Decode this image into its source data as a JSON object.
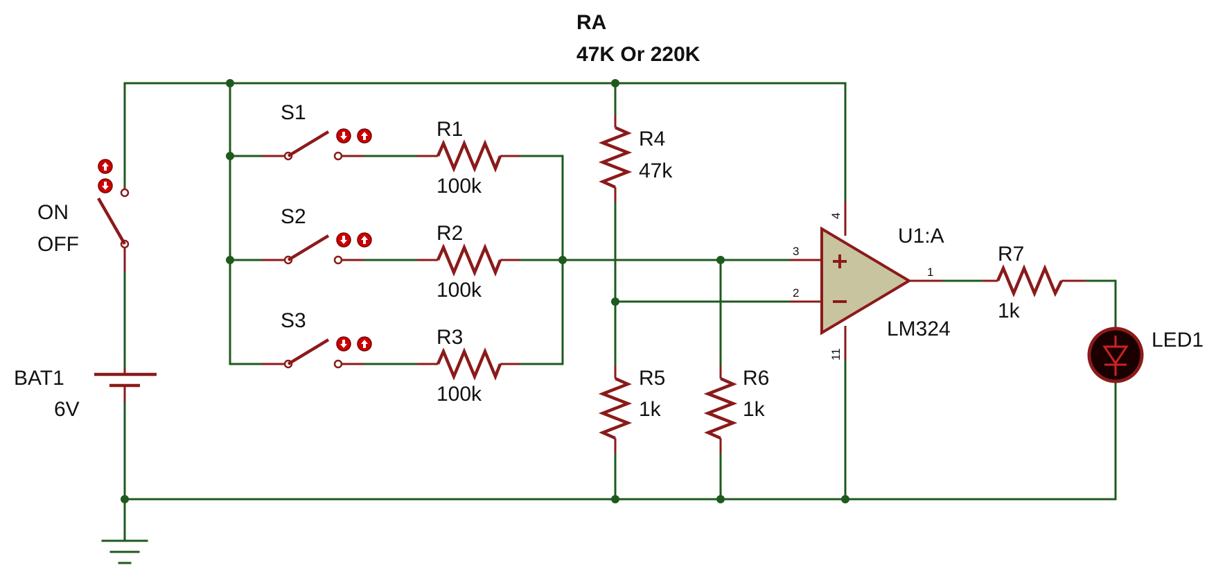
{
  "labels": {
    "ra_title": "RA",
    "ra_value": "47K Or 220K",
    "power_switch_on": "ON",
    "power_switch_off": "OFF",
    "bat_name": "BAT1",
    "bat_value": "6V",
    "s1": "S1",
    "s2": "S2",
    "s3": "S3",
    "r1_name": "R1",
    "r1_value": "100k",
    "r2_name": "R2",
    "r2_value": "100k",
    "r3_name": "R3",
    "r3_value": "100k",
    "r4_name": "R4",
    "r4_value": "47k",
    "r5_name": "R5",
    "r5_value": "1k",
    "r6_name": "R6",
    "r6_value": "1k",
    "r7_name": "R7",
    "r7_value": "1k",
    "opamp_name": "U1:A",
    "opamp_part": "LM324",
    "led_name": "LED1",
    "pin_3": "3",
    "pin_2": "2",
    "pin_1": "1",
    "pin_4": "4",
    "pin_11": "11"
  },
  "colors": {
    "wire": "#1e5a1e",
    "component": "#8b1a1a",
    "opamp_fill": "#c8c4a0",
    "switch_control": "#cc0000"
  }
}
